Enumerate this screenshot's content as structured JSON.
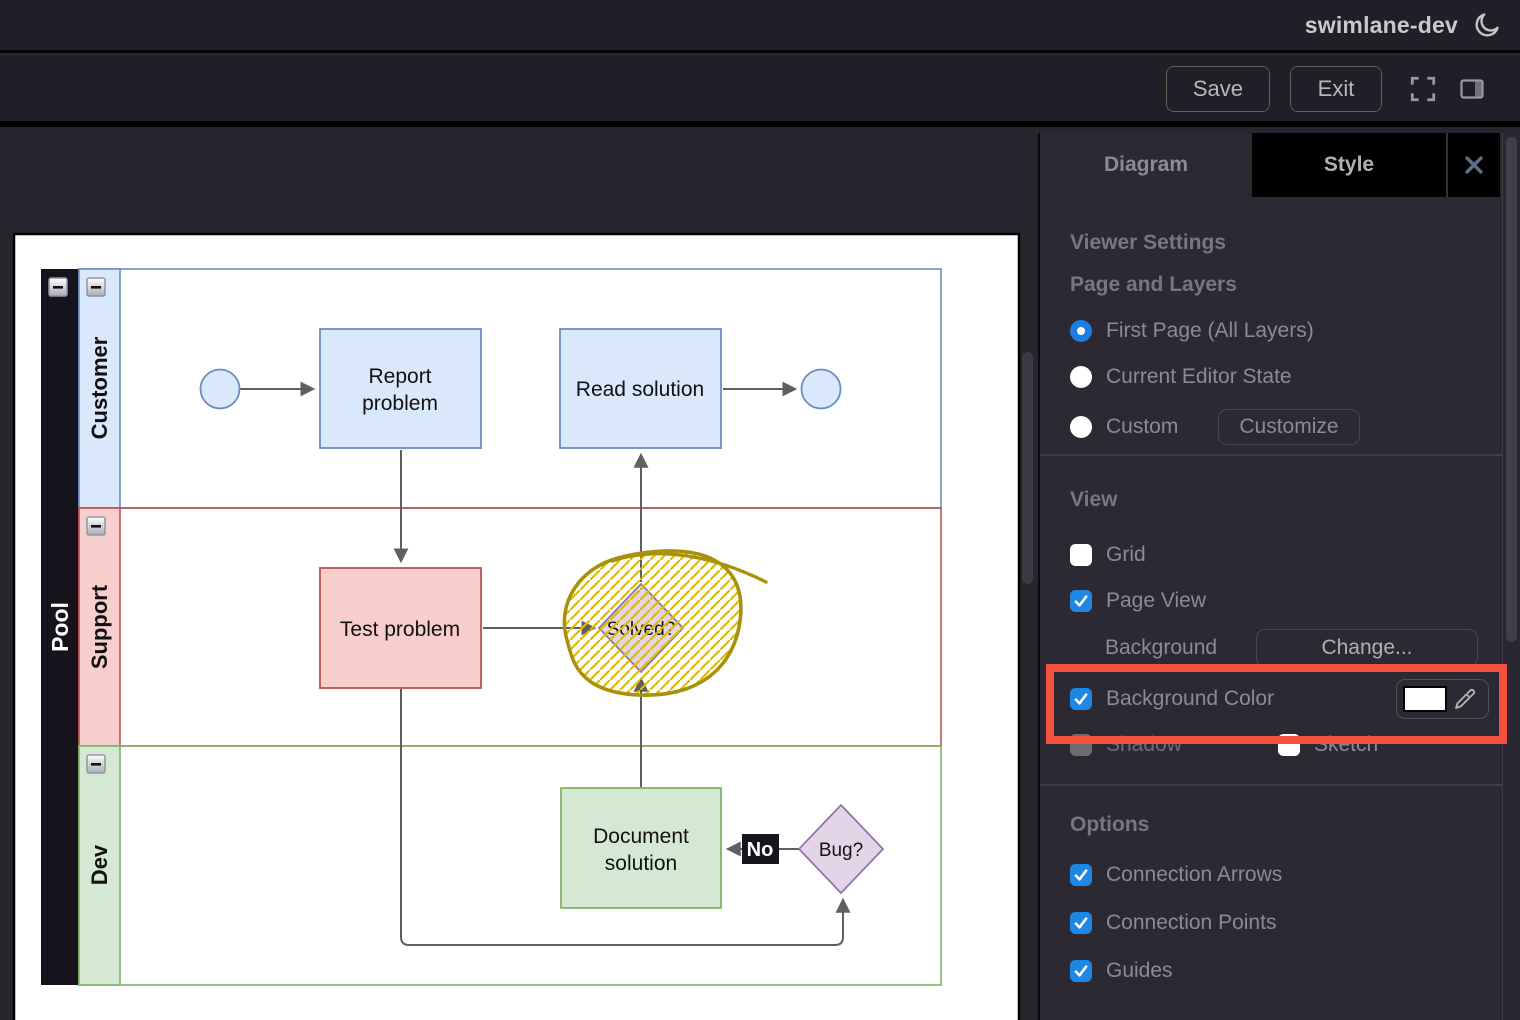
{
  "titlebar": {
    "title": "swimlane-dev"
  },
  "toolbar": {
    "save_label": "Save",
    "exit_label": "Exit"
  },
  "sidebar": {
    "tabs": {
      "diagram": "Diagram",
      "style": "Style"
    },
    "viewer_settings_heading": "Viewer Settings",
    "page_and_layers_heading": "Page and Layers",
    "radios": [
      {
        "label": "First Page (All Layers)",
        "selected": true
      },
      {
        "label": "Current Editor State",
        "selected": false
      },
      {
        "label": "Custom",
        "selected": false
      }
    ],
    "customize_button": "Customize",
    "view_heading": "View",
    "grid_label": "Grid",
    "page_view_label": "Page View",
    "background_label": "Background",
    "change_button": "Change...",
    "background_color_label": "Background Color",
    "background_color_value": "#FFFFFF",
    "shadow_label": "Shadow",
    "sketch_label": "Sketch",
    "options_heading": "Options",
    "options": [
      {
        "label": "Connection Arrows",
        "checked": true
      },
      {
        "label": "Connection Points",
        "checked": true
      },
      {
        "label": "Guides",
        "checked": true
      }
    ],
    "checks": {
      "grid": false,
      "page_view": true,
      "background_color": true,
      "shadow": false,
      "sketch": false
    }
  },
  "diagram": {
    "pool_label": "Pool",
    "lanes": [
      {
        "label": "Customer",
        "fill": "#dae8fc",
        "stroke": "#6c8ebf"
      },
      {
        "label": "Support",
        "fill": "#f8cecc",
        "stroke": "#b85450"
      },
      {
        "label": "Dev",
        "fill": "#d5e8d4",
        "stroke": "#82b366"
      }
    ],
    "nodes": {
      "report_problem": {
        "line1": "Report",
        "line2": "problem"
      },
      "read_solution": {
        "line1": "Read solution"
      },
      "test_problem": {
        "line1": "Test problem"
      },
      "solved": {
        "line1": "Solved?"
      },
      "document_solution": {
        "line1": "Document",
        "line2": "solution"
      },
      "bug": {
        "line1": "Bug?"
      }
    },
    "edge_labels": {
      "no": "No"
    }
  },
  "annotation": {
    "highlight_color": "#F4503B"
  }
}
